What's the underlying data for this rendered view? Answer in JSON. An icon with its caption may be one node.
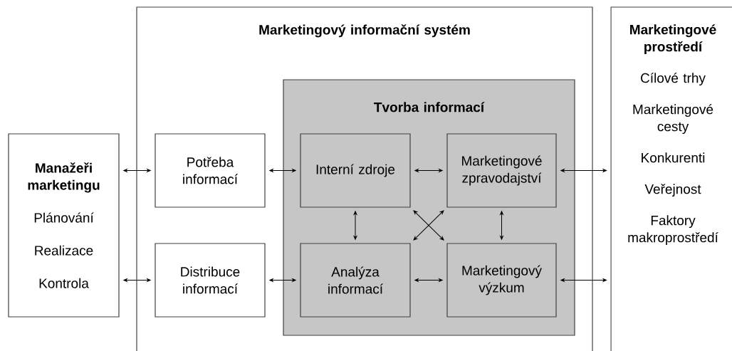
{
  "diagram": {
    "nodes": [
      {
        "text": [
          "Manažeři marketingu",
          "Plánování",
          "Realizace",
          "Kontrola"
        ]
      },
      {
        "text": [
          "Marketingový informační systém"
        ]
      },
      {
        "text": [
          "Potřeba informací"
        ],
        "in": 1
      },
      {
        "text": [
          "Distribuce informací"
        ],
        "in": 1
      },
      {
        "text": [
          "Tvorba informací"
        ],
        "in": 1
      },
      {
        "text": [
          "Interní zdroje"
        ],
        "in": 4
      },
      {
        "text": [
          "Marketingové zpravodajství"
        ],
        "in": 4
      },
      {
        "text": [
          "Analýza informací"
        ],
        "in": 4
      },
      {
        "text": [
          "Marketingový výzkum"
        ],
        "in": 4
      },
      {
        "text": [
          "Marketingové prostředí",
          "Cílové trhy",
          "Marketingové cesty",
          "Konkurenti",
          "Veřejnost",
          "Faktory makroprostředí"
        ]
      }
    ],
    "edges": [
      {
        "from": 0,
        "to": 2,
        "arrow": "both"
      },
      {
        "from": 0,
        "to": 3,
        "arrow": "both"
      },
      {
        "from": 2,
        "to": 5,
        "arrow": "both"
      },
      {
        "from": 3,
        "to": 7,
        "arrow": "both"
      },
      {
        "from": 5,
        "to": 6,
        "arrow": "both"
      },
      {
        "from": 5,
        "to": 7,
        "arrow": "both"
      },
      {
        "from": 6,
        "to": 8,
        "arrow": "both"
      },
      {
        "from": 5,
        "to": 8,
        "arrow": "both"
      },
      {
        "from": 6,
        "to": 7,
        "arrow": "both"
      },
      {
        "from": 7,
        "to": 8,
        "arrow": "both"
      },
      {
        "from": 6,
        "to": 9,
        "arrow": "both"
      },
      {
        "from": 8,
        "to": 9,
        "arrow": "both"
      }
    ]
  }
}
